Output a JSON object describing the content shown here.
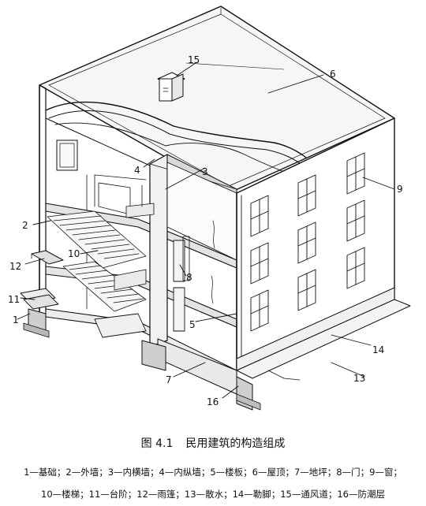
{
  "figure": {
    "number": "图 4.1",
    "title": "民用建筑的构造组成",
    "legend_line_1": "1—基础；2—外墙；3—内横墙；4—内纵墙；5—楼板；6—屋顶；7—地坪；8—门；9—窗；",
    "legend_line_2": "10—楼梯；11—台阶；12—雨篷；13—散水；14—勒脚；15—通风道；16—防潮层"
  },
  "callouts": {
    "c1": "1",
    "c2": "2",
    "c3": "3",
    "c4": "4",
    "c5": "5",
    "c6": "6",
    "c7": "7",
    "c8": "8",
    "c9": "9",
    "c10": "10",
    "c11": "11",
    "c12": "12",
    "c13": "13",
    "c14": "14",
    "c15": "15",
    "c16": "16"
  }
}
